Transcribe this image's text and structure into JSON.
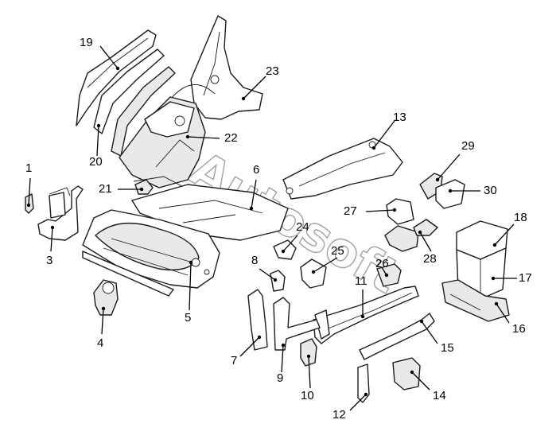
{
  "diagram": {
    "callouts": [
      {
        "id": "1",
        "label": "1"
      },
      {
        "id": "3",
        "label": "3"
      },
      {
        "id": "4",
        "label": "4"
      },
      {
        "id": "5",
        "label": "5"
      },
      {
        "id": "6",
        "label": "6"
      },
      {
        "id": "7",
        "label": "7"
      },
      {
        "id": "8",
        "label": "8"
      },
      {
        "id": "9",
        "label": "9"
      },
      {
        "id": "10",
        "label": "10"
      },
      {
        "id": "11",
        "label": "11"
      },
      {
        "id": "12",
        "label": "12"
      },
      {
        "id": "13",
        "label": "13"
      },
      {
        "id": "14",
        "label": "14"
      },
      {
        "id": "15",
        "label": "15"
      },
      {
        "id": "16",
        "label": "16"
      },
      {
        "id": "17",
        "label": "17"
      },
      {
        "id": "18",
        "label": "18"
      },
      {
        "id": "19",
        "label": "19"
      },
      {
        "id": "20",
        "label": "20"
      },
      {
        "id": "21",
        "label": "21"
      },
      {
        "id": "22",
        "label": "22"
      },
      {
        "id": "23",
        "label": "23"
      },
      {
        "id": "24",
        "label": "24"
      },
      {
        "id": "25",
        "label": "25"
      },
      {
        "id": "26",
        "label": "26"
      },
      {
        "id": "27",
        "label": "27"
      },
      {
        "id": "28",
        "label": "28"
      },
      {
        "id": "29",
        "label": "29"
      },
      {
        "id": "30",
        "label": "30"
      }
    ],
    "watermark": "Autosoft"
  }
}
